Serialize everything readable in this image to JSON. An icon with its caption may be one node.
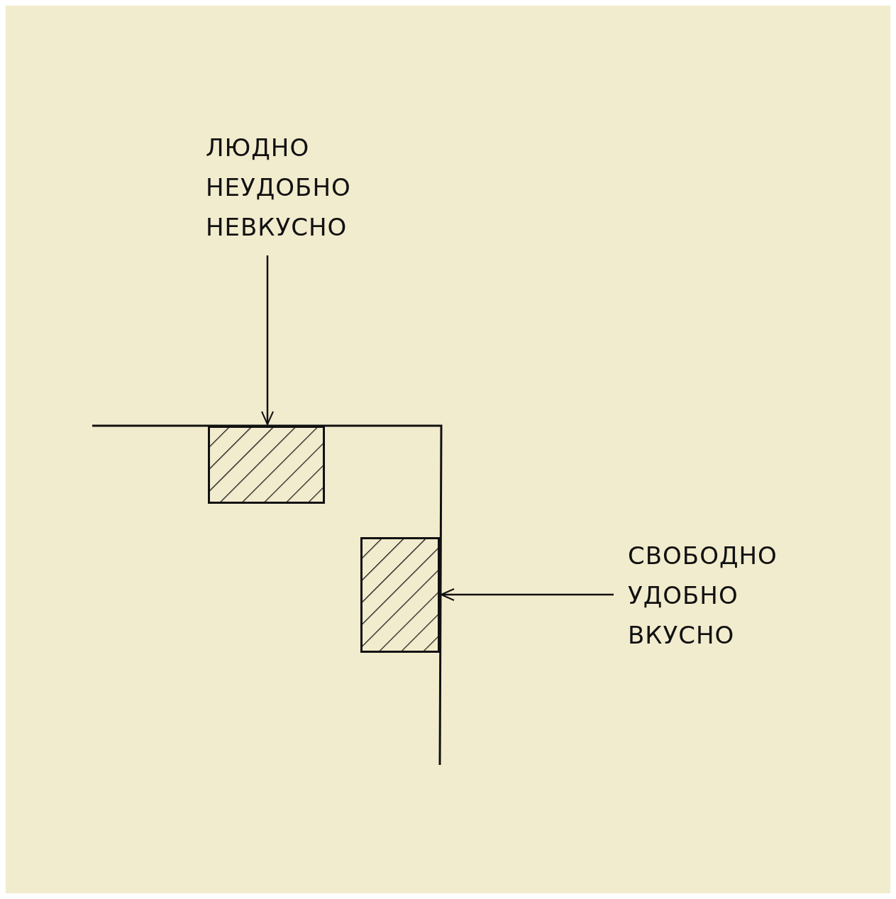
{
  "diagram": {
    "nodes": [
      {
        "text": [
          "ЛЮДНО НЕУДОБНО НЕВКУСНО"
        ]
      },
      {
        "text": [],
        "shape": "box"
      },
      {
        "text": [],
        "shape": "box"
      },
      {
        "text": [
          "СВОБОДНО УДОБНО ВКУСНО"
        ]
      }
    ],
    "edges": [
      {
        "from": 0,
        "to": 1,
        "arrow": "to"
      },
      {
        "from": 3,
        "to": 2,
        "arrow": "to"
      }
    ]
  }
}
